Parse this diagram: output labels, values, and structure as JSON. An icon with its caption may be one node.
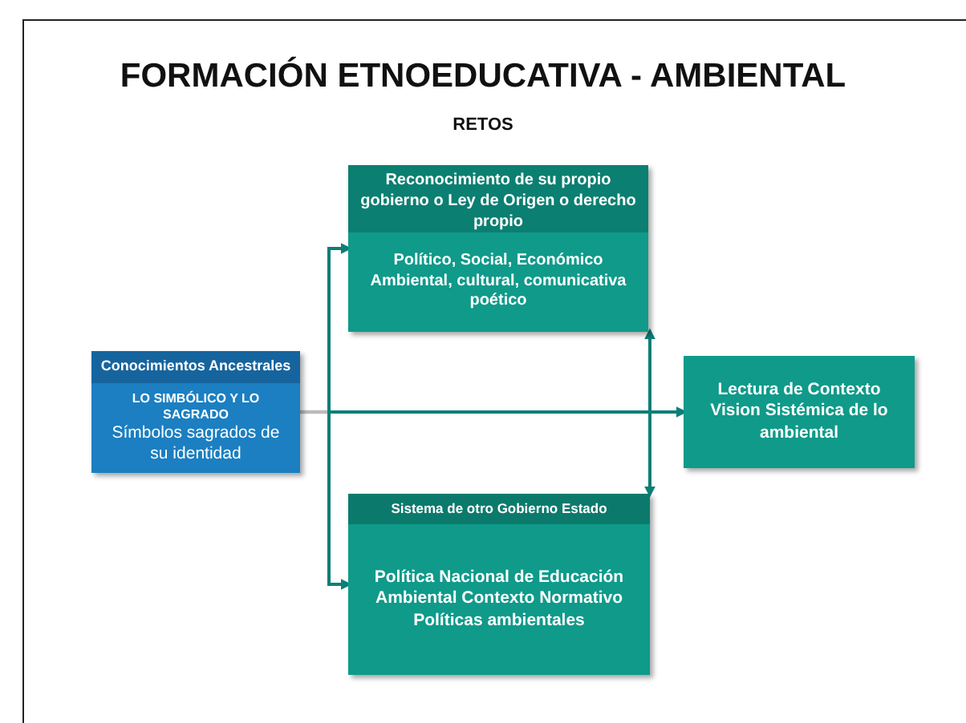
{
  "diagram": {
    "title": "FORMACIÓN ETNOEDUCATIVA -  AMBIENTAL",
    "nodes": [
      {
        "text": [
          "Conocimientos Ancestrales",
          "LO SIMBÓLICO Y LO SAGRADO",
          "Símbolos sagrados de su identidad"
        ]
      },
      {
        "text": [
          "Reconocimiento de su propio gobierno o Ley de Origen o derecho propio",
          "Político, Social, Económico Ambiental, cultural, comunicativa poético"
        ]
      },
      {
        "text": [
          "Sistema de otro Gobierno Estado",
          "Política Nacional de Educación Ambiental Contexto Normativo Políticas ambientales"
        ]
      },
      {
        "text": [
          "Lectura de Contexto Vision Sistémica de lo ambiental"
        ]
      }
    ],
    "edges": [
      {
        "from": 0,
        "to": 1,
        "arrow": "to"
      },
      {
        "from": 0,
        "to": 2,
        "arrow": "to"
      },
      {
        "from": 0,
        "to": 3,
        "arrow": "to"
      },
      {
        "from": 0,
        "to": 1,
        "arrow": "to"
      },
      {
        "from": 0,
        "to": 2,
        "arrow": "to"
      }
    ],
    "labels": [
      "RETOS"
    ]
  }
}
